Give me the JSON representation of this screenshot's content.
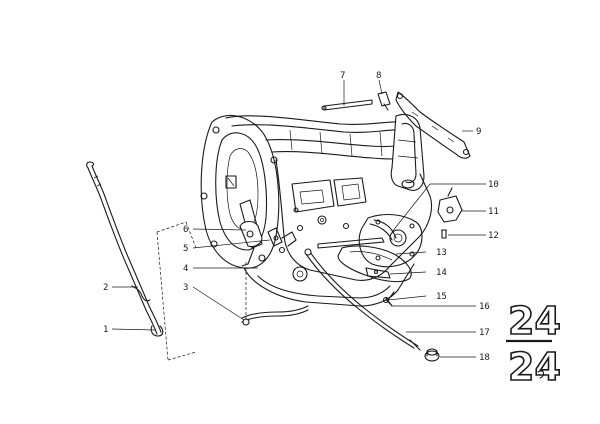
{
  "diagram": {
    "callouts": [
      {
        "id": "1",
        "label": "1"
      },
      {
        "id": "2",
        "label": "2"
      },
      {
        "id": "3",
        "label": "3"
      },
      {
        "id": "4",
        "label": "4"
      },
      {
        "id": "5",
        "label": "5"
      },
      {
        "id": "6",
        "label": "6"
      },
      {
        "id": "7",
        "label": "7"
      },
      {
        "id": "8",
        "label": "8"
      },
      {
        "id": "9",
        "label": "9"
      },
      {
        "id": "10",
        "label": "10"
      },
      {
        "id": "11",
        "label": "11"
      },
      {
        "id": "12",
        "label": "12"
      },
      {
        "id": "13",
        "label": "13"
      },
      {
        "id": "14",
        "label": "14"
      },
      {
        "id": "15",
        "label": "15"
      },
      {
        "id": "16",
        "label": "16"
      },
      {
        "id": "17",
        "label": "17"
      },
      {
        "id": "18",
        "label": "18"
      }
    ],
    "group_code_top": "24",
    "group_code_bottom": "24"
  },
  "colors": {
    "ink": "#1a1a1a",
    "background": "#ffffff"
  }
}
